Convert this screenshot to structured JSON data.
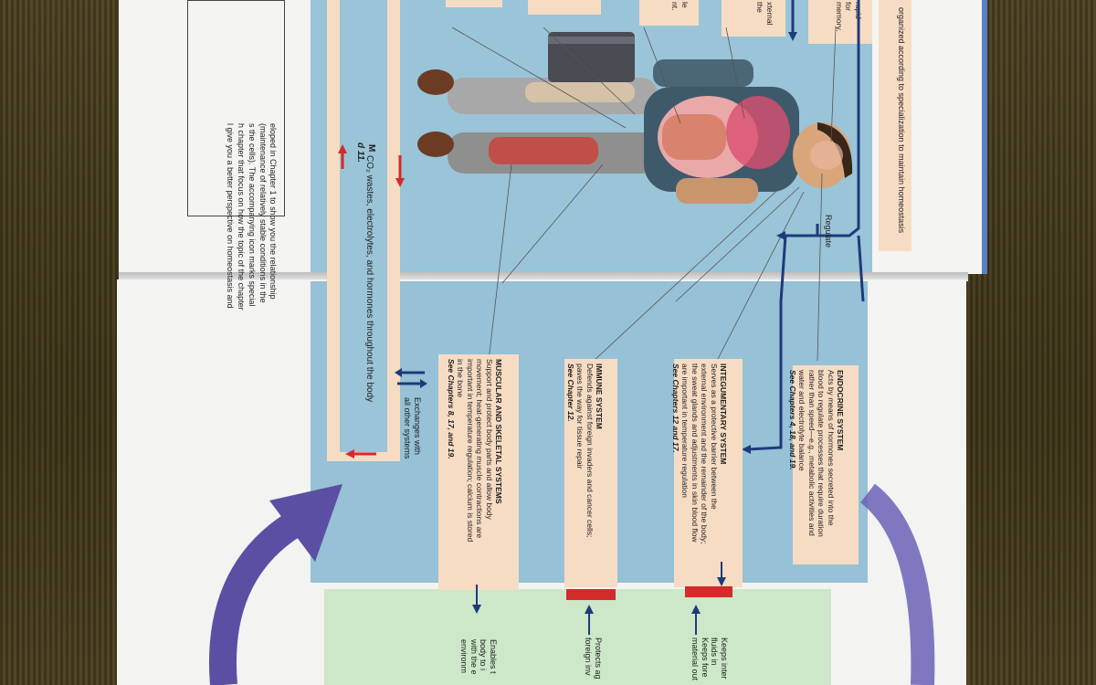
{
  "top_page": {
    "caption_top": "organized according to specialization to maintain homeostasis",
    "intro_lines": [
      "eloped in Chapter 1 to show you the relationship",
      "(maintenance of relatively stable conditions in the",
      "s the cells). The accompanying icon marks special",
      "h chapter that focus on how the topic of the chapter",
      "l give you a better perspective on homeostasis and"
    ],
    "circ_label": "CO₂ wastes, electrolytes, and hormones throughout the body",
    "circ_fragment_1": "M",
    "circ_fragment_2": "d 11.",
    "regulate_label": "Regulate",
    "box_fragments": [
      "rapid\nfor\nmemory.",
      "xternal\nthe",
      "le\nnt."
    ]
  },
  "systems": [
    {
      "title": "ENDOCRINE SYSTEM",
      "body": "Acts by means of hormones secreted into the\nblood to regulate processes that require duration\nrather than speed—e.g., metabolic activities and\nwater and electrolyte balance",
      "ref": "See Chapters 4, 18, and 19."
    },
    {
      "title": "INTEGUMENTARY SYSTEM",
      "body": "Serves as a protective barrier between the\nexternal environment and the remainder of the body;\nthe sweat glands and adjustments in skin blood flow\nare important in temperature regulation",
      "ref": "See Chapters 12 and 17."
    },
    {
      "title": "IMMUNE SYSTEM",
      "body": "Defends against foreign invaders and cancer cells;\npaves the way for tissue repair",
      "ref": "See Chapter 12."
    },
    {
      "title": "MUSCULAR AND SKELETAL SYSTEMS",
      "body": "Support and protect body parts and allow body\nmovement; heat-generating muscle contractions are\nimportant in temperature regulation; calcium is stored\nin the bone",
      "ref": "See Chapters 8, 17, and 19."
    }
  ],
  "exchanges_label": "Exchanges with\nall other systems",
  "green_panel": {
    "lines": [
      "Keeps inter\nfluids in\nKeeps fore\nmaterial out",
      "Protects ag\nforeign inv",
      "Enables t\nbody to i\nwith the e\nenvironm"
    ]
  },
  "colors": {
    "panel_blue": "#9ac4d8",
    "box_peach": "#f7dcc4",
    "flow_arrow": "#1f3a7a",
    "cycle_arrow": "#5b4fa3",
    "red_arrow": "#d32a2a",
    "green_panel": "#cde7c9"
  }
}
